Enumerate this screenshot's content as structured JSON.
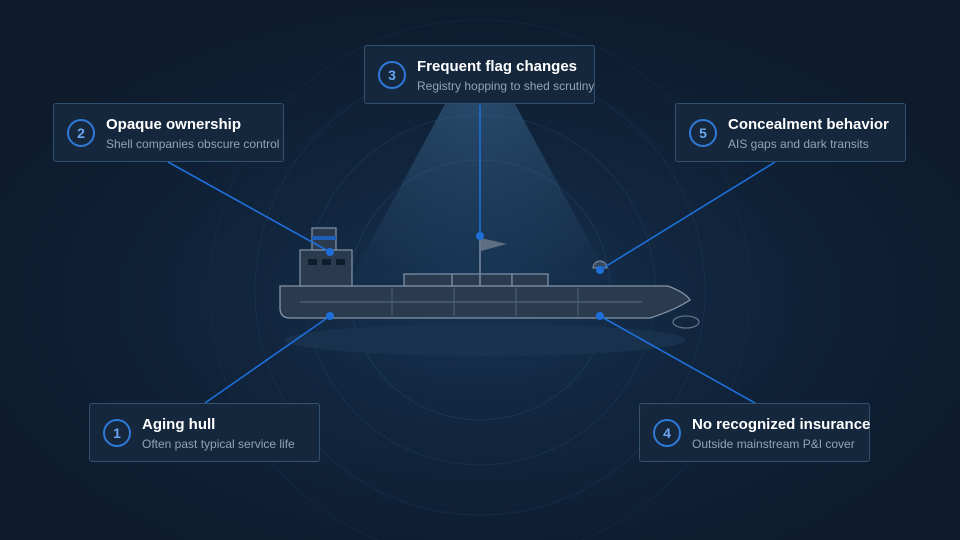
{
  "callouts": [
    {
      "number": "1",
      "title": "Aging hull",
      "subtitle": "Often past typical service life"
    },
    {
      "number": "2",
      "title": "Opaque ownership",
      "subtitle": "Shell companies obscure control"
    },
    {
      "number": "3",
      "title": "Frequent flag changes",
      "subtitle": "Registry hopping to shed scrutiny"
    },
    {
      "number": "4",
      "title": "No recognized insurance",
      "subtitle": "Outside mainstream P&I cover"
    },
    {
      "number": "5",
      "title": "Concealment behavior",
      "subtitle": "AIS gaps and dark transits"
    }
  ],
  "colors": {
    "background": "#0d1b2d",
    "accent": "#1e6fd9",
    "ship_hull": "#2a3b50",
    "ship_outline": "#8494a8"
  }
}
